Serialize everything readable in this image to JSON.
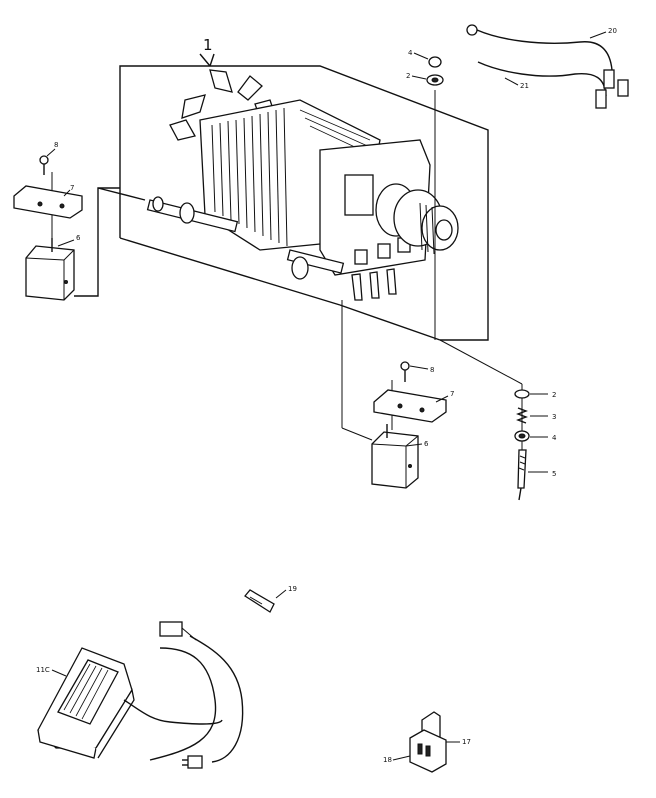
{
  "diagram": {
    "callouts": {
      "c1": "1",
      "c2a": "2",
      "c4a": "4",
      "c8a": "8",
      "c7a": "7",
      "c6a": "6",
      "c8b": "8",
      "c7b": "7",
      "c6b": "6",
      "c2b": "2",
      "c3": "3",
      "c4b": "4",
      "c5": "5",
      "c20": "20",
      "c21": "21",
      "c19": "19",
      "c11c": "11C",
      "c17": "17",
      "c18": "18"
    }
  }
}
